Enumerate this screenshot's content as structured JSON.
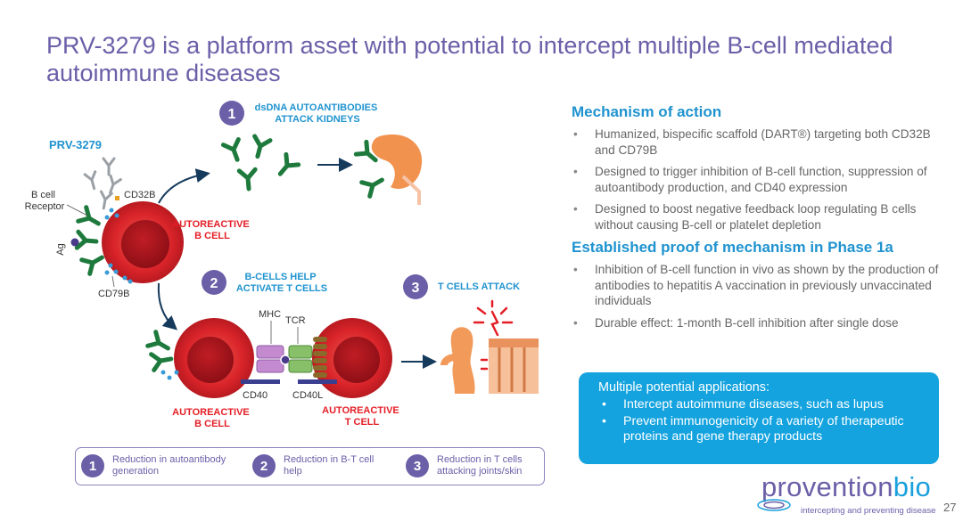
{
  "title": "PRV-3279 is a platform asset with potential to intercept multiple B-cell mediated autoimmune diseases",
  "diagram": {
    "drug_label": "PRV-3279",
    "b_cell_receptor": [
      "B cell",
      "Receptor"
    ],
    "cd32b": "CD32B",
    "ag": "Ag",
    "cd79b": "CD79B",
    "autoreactive_b_cell_top": [
      "AUTOREACTIVE",
      "B CELL"
    ],
    "step1": {
      "number": "1",
      "lines": [
        "dsDNA AUTOANTIBODIES",
        "ATTACK KIDNEYS"
      ]
    },
    "step2": {
      "number": "2",
      "lines": [
        "B-CELLS HELP",
        "ACTIVATE T CELLS"
      ]
    },
    "step3": {
      "number": "3",
      "lines": [
        "T CELLS ATTACK"
      ]
    },
    "mhc": "MHC",
    "tcr": "TCR",
    "cd40": "CD40",
    "cd40l": "CD40L",
    "autoreactive_b_cell_bottom": [
      "AUTOREACTIVE",
      "B CELL"
    ],
    "autoreactive_t_cell": [
      "AUTOREACTIVE",
      "T CELL"
    ]
  },
  "legend": [
    {
      "number": "1",
      "lines": [
        "Reduction in autoantibody",
        "generation"
      ]
    },
    {
      "number": "2",
      "lines": [
        "Reduction in B-T cell",
        "help"
      ]
    },
    {
      "number": "3",
      "lines": [
        "Reduction in T cells",
        "attacking joints/skin"
      ]
    }
  ],
  "mechanism": {
    "heading": "Mechanism of action",
    "bullets": [
      "Humanized, bispecific scaffold (DART®) targeting both CD32B and CD79B",
      "Designed to trigger inhibition of B-cell function, suppression of autoantibody production, and CD40 expression",
      "Designed to boost negative feedback loop regulating B cells without causing B-cell or platelet depletion"
    ]
  },
  "proof": {
    "heading": "Established proof of mechanism in Phase 1a",
    "bullets": [
      "Inhibition of  B-cell function in vivo as shown by the production of antibodies to hepatitis A vaccination in previously unvaccinated individuals",
      "Durable effect: 1-month B-cell inhibition after single dose"
    ]
  },
  "applications": {
    "heading": "Multiple potential applications:",
    "items": [
      "Intercept autoimmune diseases, such as lupus",
      "Prevent immunogenicity of a variety of therapeutic proteins and gene therapy products"
    ]
  },
  "logo": {
    "word_main": "provention",
    "word_accent": "bio",
    "tagline": "intercepting and preventing disease"
  },
  "page_number": "27",
  "colors": {
    "title": "#6b5fa8",
    "accent_blue": "#1f93cf",
    "cell_red": "#e0262b",
    "antibody_green": "#1e7a3c",
    "label_red": "#e41e26",
    "app_box": "#14a3df"
  }
}
